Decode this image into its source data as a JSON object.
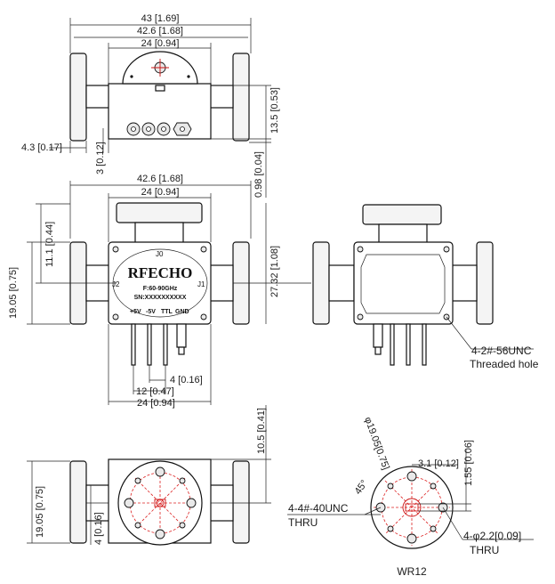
{
  "brand": "RFECHO",
  "label": {
    "freq": "F:60-90GHz",
    "serial": "SN:XXXXXXXXXX",
    "pin_p5v": "+5V",
    "pin_m5v": "-5V",
    "pin_ttl": "TTL",
    "pin_gnd": "GND",
    "port_j0": "J0",
    "port_j1": "J1",
    "port_j2": "J2"
  },
  "dims": {
    "top_width_43": "43 [1.69]",
    "top_width_426": "42.6 [1.68]",
    "top_width_24": "24 [0.94]",
    "top_height_135": "13.5 [0.53]",
    "top_left_43": "4.3 [0.17]",
    "top_bottom_3": "3 [0.12]",
    "top_right_098": "0.98 [0.04]",
    "front_width_426": "42.6 [1.68]",
    "front_width_24": "24 [0.94]",
    "front_left_111": "11.1 [0.44]",
    "front_left_1905": "19.05 [0.75]",
    "front_height_2732": "27.32 [1.08]",
    "front_pin_4": "4 [0.16]",
    "front_pin_12": "12 [0.47]",
    "front_bottom_24": "24 [0.94]",
    "bottom_height_105": "10.5 [0.41]",
    "bottom_left_1905": "19.05 [0.75]",
    "bottom_left_4": "4 [0.16]",
    "wr_dia_1905": "φ19.05[0.75]",
    "wr_31": "3.1 [0.12]",
    "wr_155": "1.55 [0.06]",
    "wr_angle": "45°"
  },
  "notes": {
    "threaded_line1": "4-2#-56UNC",
    "threaded_line2": "Threaded hole",
    "unc_line1": "4-4#-40UNC",
    "unc_line2": "THRU",
    "hole_line1": "4-φ2.2[0.09]",
    "hole_line2": "THRU",
    "waveguide": "WR12"
  }
}
